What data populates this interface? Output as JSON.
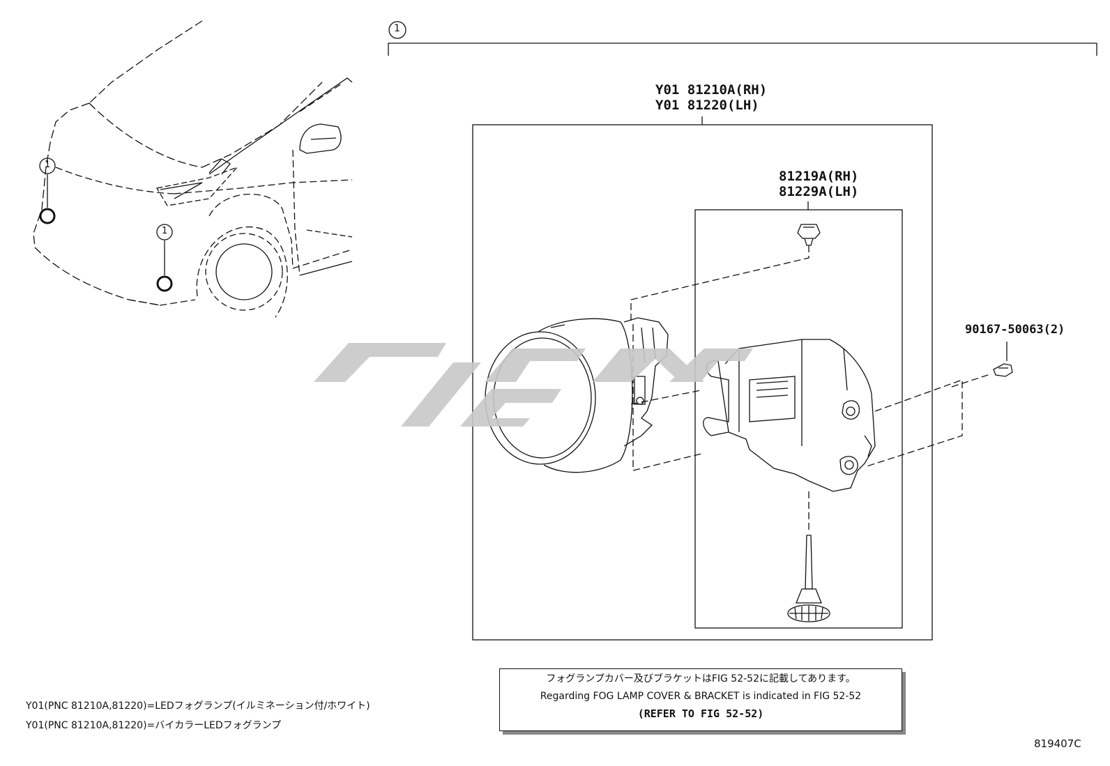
{
  "diagram": {
    "callout_top": "1",
    "callout_car_upper": "1",
    "callout_car_lower": "1",
    "assembly_part_line1": "Y01 81210A(RH)",
    "assembly_part_line2": "Y01 81220(LH)",
    "cover_part_line1": "81219A(RH)",
    "cover_part_line2": "81229A(LH)",
    "screw_part": "90167-50063(2)",
    "note": {
      "jp": "フォグランプカバー及びブラケットはFIG 52-52に記載してあります。",
      "en": "Regarding FOG LAMP COVER & BRACKET is indicated in FIG 52-52",
      "ref": "(REFER TO FIG 52-52)"
    },
    "legend": [
      "Y01(PNC 81210A,81220)=LEDフォグランプ(イルミネーション付/ホワイト)",
      "Y01(PNC 81210A,81220)=バイカラーLEDフォグランプ"
    ],
    "figure_id": "819407C"
  },
  "colors": {
    "line": "#111111",
    "watermark": "#c8c8c8"
  }
}
